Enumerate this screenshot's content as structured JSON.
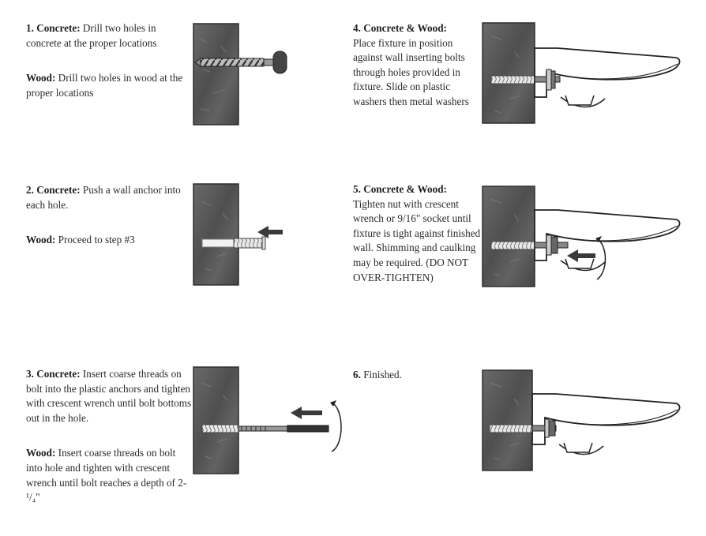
{
  "steps": [
    {
      "num": "1.",
      "a_title": "Concrete:",
      "a_text": " Drill two holes in concrete at the proper locations",
      "b_title": "Wood:",
      "b_text": " Drill two holes in wood at the proper locations"
    },
    {
      "num": "2.",
      "a_title": "Concrete:",
      "a_text": " Push a wall anchor into each hole.",
      "b_title": "Wood:",
      "b_text": " Proceed to step #3"
    },
    {
      "num": "3.",
      "a_title": "Concrete:",
      "a_text": " Insert coarse threads on bolt into the plastic anchors and tighten with crescent wrench until bolt bottoms out in the hole.",
      "b_title": "Wood:",
      "b_text": " Insert coarse threads on bolt into hole and tighten with crescent wrench until bolt reaches a depth of 2-¹/₄\""
    },
    {
      "num": "4.",
      "a_title": "Concrete & Wood:",
      "a_text": "Place fixture in position against wall inserting bolts through holes provided in fixture. Slide on plastic washers then metal washers"
    },
    {
      "num": "5.",
      "a_title": "Concrete & Wood:",
      "a_text": "Tighten nut with crescent wrench or 9/16\" socket until fixture is tight against finished wall. Shimming and caulking may be required. (DO NOT OVER-TIGHTEN)"
    },
    {
      "num": "6.",
      "a_text": "Finished."
    }
  ],
  "colors": {
    "wall": "#5a5a5a",
    "wall_dark": "#3e3e3e",
    "ink": "#2a2a2a",
    "arrow": "#3a3a3a"
  }
}
